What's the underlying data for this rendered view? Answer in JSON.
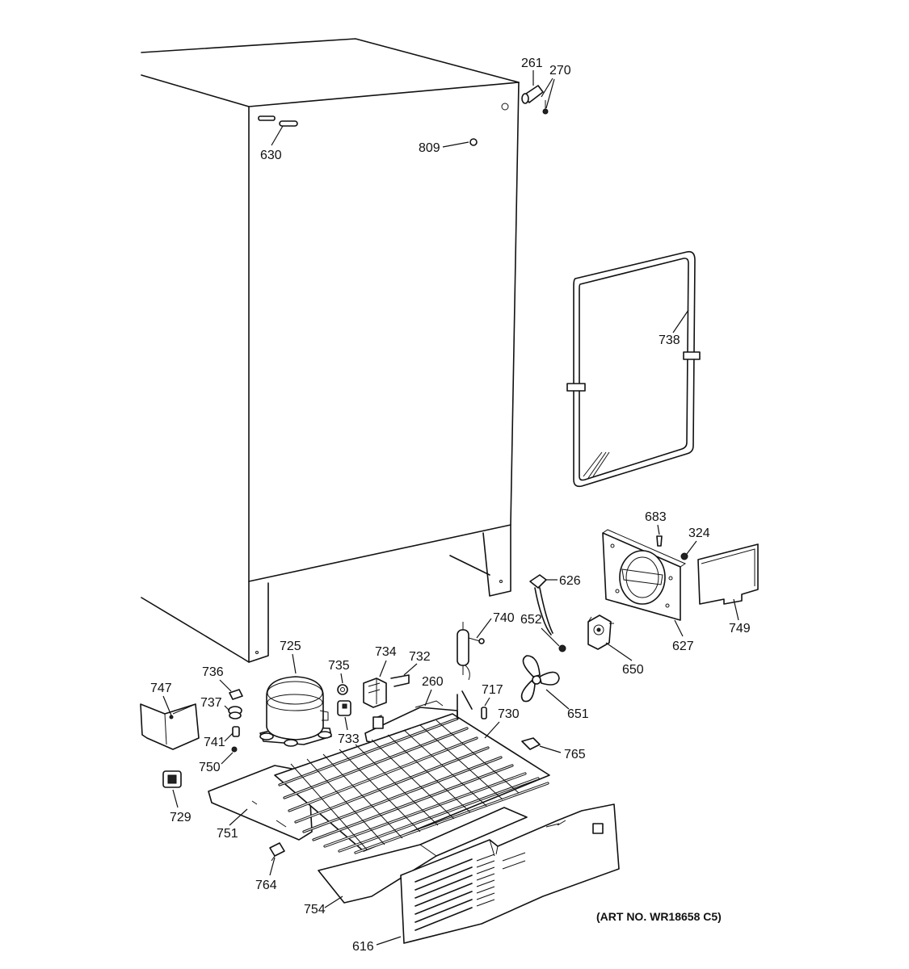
{
  "diagram": {
    "art_number": "(ART NO. WR18658 C5)",
    "parts": {
      "p261": "261",
      "p270": "270",
      "p809": "809",
      "p630": "630",
      "p738": "738",
      "p683": "683",
      "p324": "324",
      "p626": "626",
      "p749": "749",
      "p627": "627",
      "p740": "740",
      "p652": "652",
      "p650": "650",
      "p651": "651",
      "p725": "725",
      "p735": "735",
      "p734": "734",
      "p732": "732",
      "p260": "260",
      "p717": "717",
      "p730": "730",
      "p736": "736",
      "p747": "747",
      "p737": "737",
      "p741": "741",
      "p733": "733",
      "p750": "750",
      "p765": "765",
      "p729": "729",
      "p751": "751",
      "p764": "764",
      "p754": "754",
      "p616": "616"
    }
  }
}
